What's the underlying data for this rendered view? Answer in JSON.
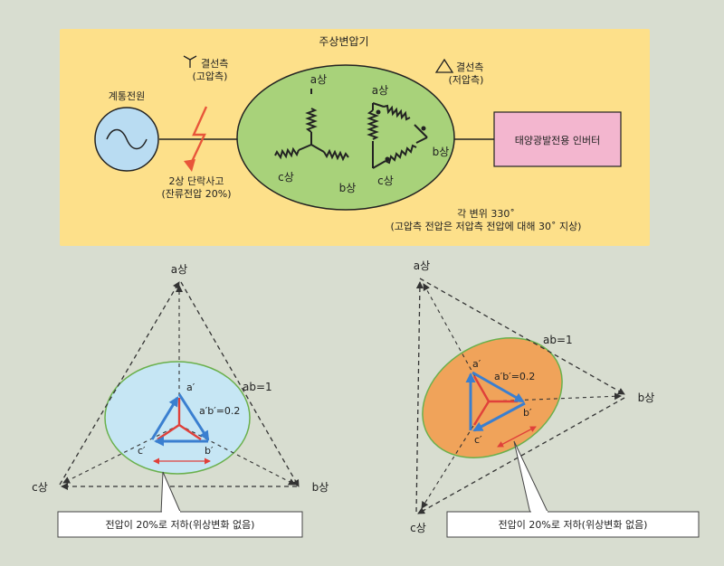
{
  "colors": {
    "page_bg": "#d8ddd0",
    "panel": "#fde08a",
    "transformer_fill": "#a8d27a",
    "source_fill": "#b9dcf2",
    "inverter_fill": "#f3b6cf",
    "fault": "#e8563a",
    "vector": "#3a7fd0",
    "ellipse_left": "#c6e6f4",
    "ellipse_right": "#f0a35a",
    "red": "#e0403a"
  },
  "top": {
    "title": "주상변압기",
    "source_label": "계통전원",
    "wye_label_line1": "결선측",
    "wye_label_line2": "(고압측)",
    "delta_label_line1": "결선측",
    "delta_label_line2": "(저압측)",
    "fault_line1": "2상 단락사고",
    "fault_line2": "(잔류전압 20%)",
    "wye_a": "a상",
    "wye_b": "b상",
    "wye_c": "c상",
    "delta_a": "a상",
    "delta_b": "b상",
    "delta_c": "c상",
    "inverter_label": "태양광발전용 인버터",
    "phase_line1": "각 변위 330˚",
    "phase_line2": "(고압측 전압은 저압측 전압에 대해 30˚ 지상)"
  },
  "left_diagram": {
    "a": "a상",
    "b": "b상",
    "c": "c상",
    "ab": "ab=1",
    "a_prime": "a′",
    "b_prime": "b′",
    "c_prime": "c′",
    "ab_prime": "a′b′=0.2",
    "callout": "전압이 20%로 저하(위상변화 없음)"
  },
  "right_diagram": {
    "a": "a상",
    "b": "b상",
    "c": "c상",
    "ab": "ab=1",
    "a_prime": "a′",
    "b_prime": "b′",
    "c_prime": "c′",
    "ab_prime": "a′b′=0.2",
    "callout": "전압이 20%로 저하(위상변화 없음)"
  }
}
